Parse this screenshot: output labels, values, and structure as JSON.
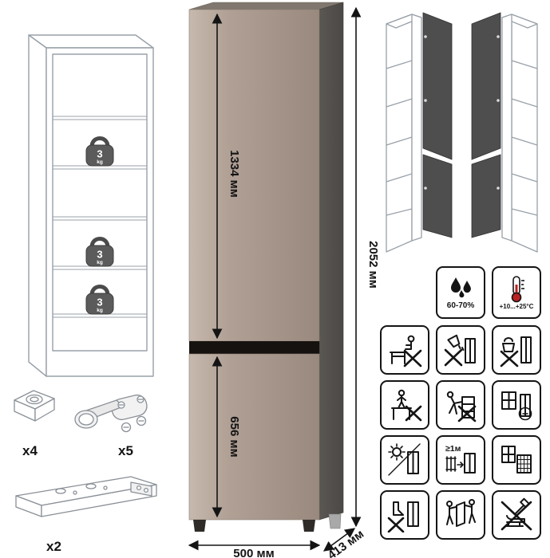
{
  "dimensions": {
    "upper_door": "1334 мм",
    "lower_door": "656 мм",
    "height": "2052 мм",
    "width": "500 мм",
    "depth": "413 мм"
  },
  "shelf_load": {
    "value": "3",
    "unit": "kg"
  },
  "hardware": {
    "foot_qty": "x4",
    "hinge_qty": "x5",
    "plinth_qty": "x2"
  },
  "climate": {
    "humidity": "60-70%",
    "temperature": "+10...+25°С"
  },
  "warnings": {
    "heater_distance": "≥1м"
  },
  "colors": {
    "front": "#b0a095",
    "front-light": "#c7b9ad",
    "top-face": "#80776f",
    "side": "#4b4846",
    "gap": "#16120f",
    "door-dark": "#4e4e4e",
    "line": "#98a0a8",
    "ink": "#141414"
  }
}
